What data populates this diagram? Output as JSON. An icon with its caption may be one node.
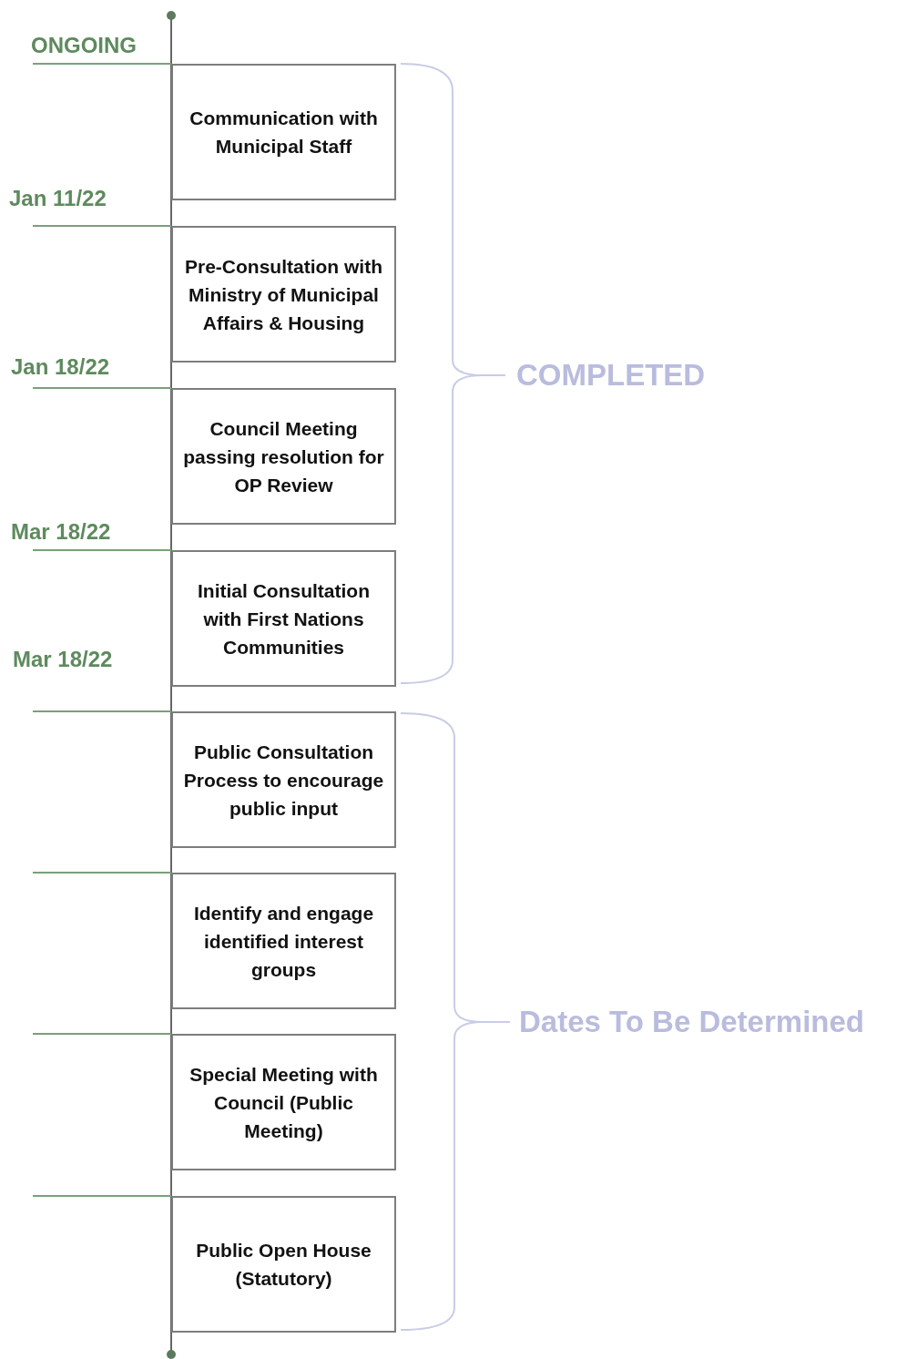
{
  "diagram": {
    "nodes": [
      {
        "text": [
          "Communication with Municipal Staff"
        ]
      },
      {
        "text": [
          "Pre-Consultation with Ministry of Municipal Affairs & Housing"
        ]
      },
      {
        "text": [
          "Council Meeting passing resolution for OP Review"
        ]
      },
      {
        "text": [
          "Initial Consultation with First Nations Communities"
        ]
      },
      {
        "text": [
          "Public Consultation Process to encourage public input"
        ]
      },
      {
        "text": [
          "Identify and engage identified interest groups"
        ]
      },
      {
        "text": [
          "Special Meeting with Council (Public Meeting)"
        ]
      },
      {
        "text": [
          "Public Open House (Statutory)"
        ]
      }
    ],
    "labels": [
      "ONGOING",
      "Jan 11/22",
      "Jan 18/22",
      "Mar 18/22",
      "Mar 18/22",
      "COMPLETED",
      "Dates To Be Determined"
    ]
  }
}
